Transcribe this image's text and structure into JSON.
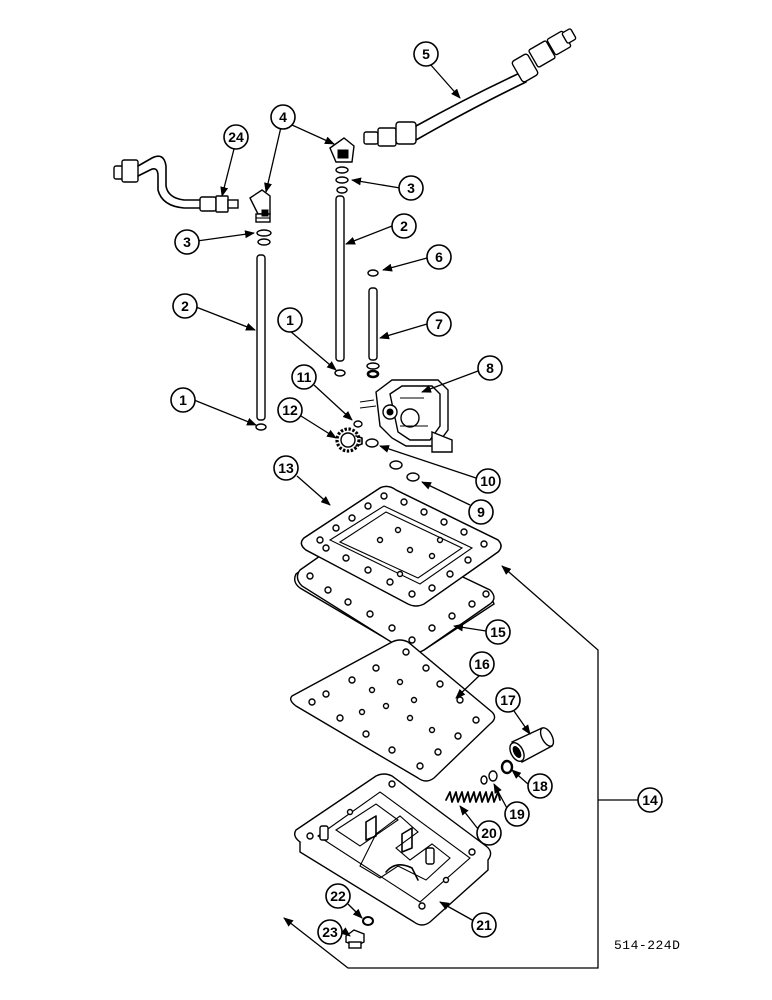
{
  "figure_ref": "514-224D",
  "callouts": [
    "1",
    "1",
    "2",
    "2",
    "3",
    "3",
    "4",
    "5",
    "6",
    "7",
    "8",
    "9",
    "10",
    "11",
    "12",
    "13",
    "14",
    "15",
    "16",
    "17",
    "18",
    "19",
    "20",
    "21",
    "22",
    "23",
    "24"
  ]
}
